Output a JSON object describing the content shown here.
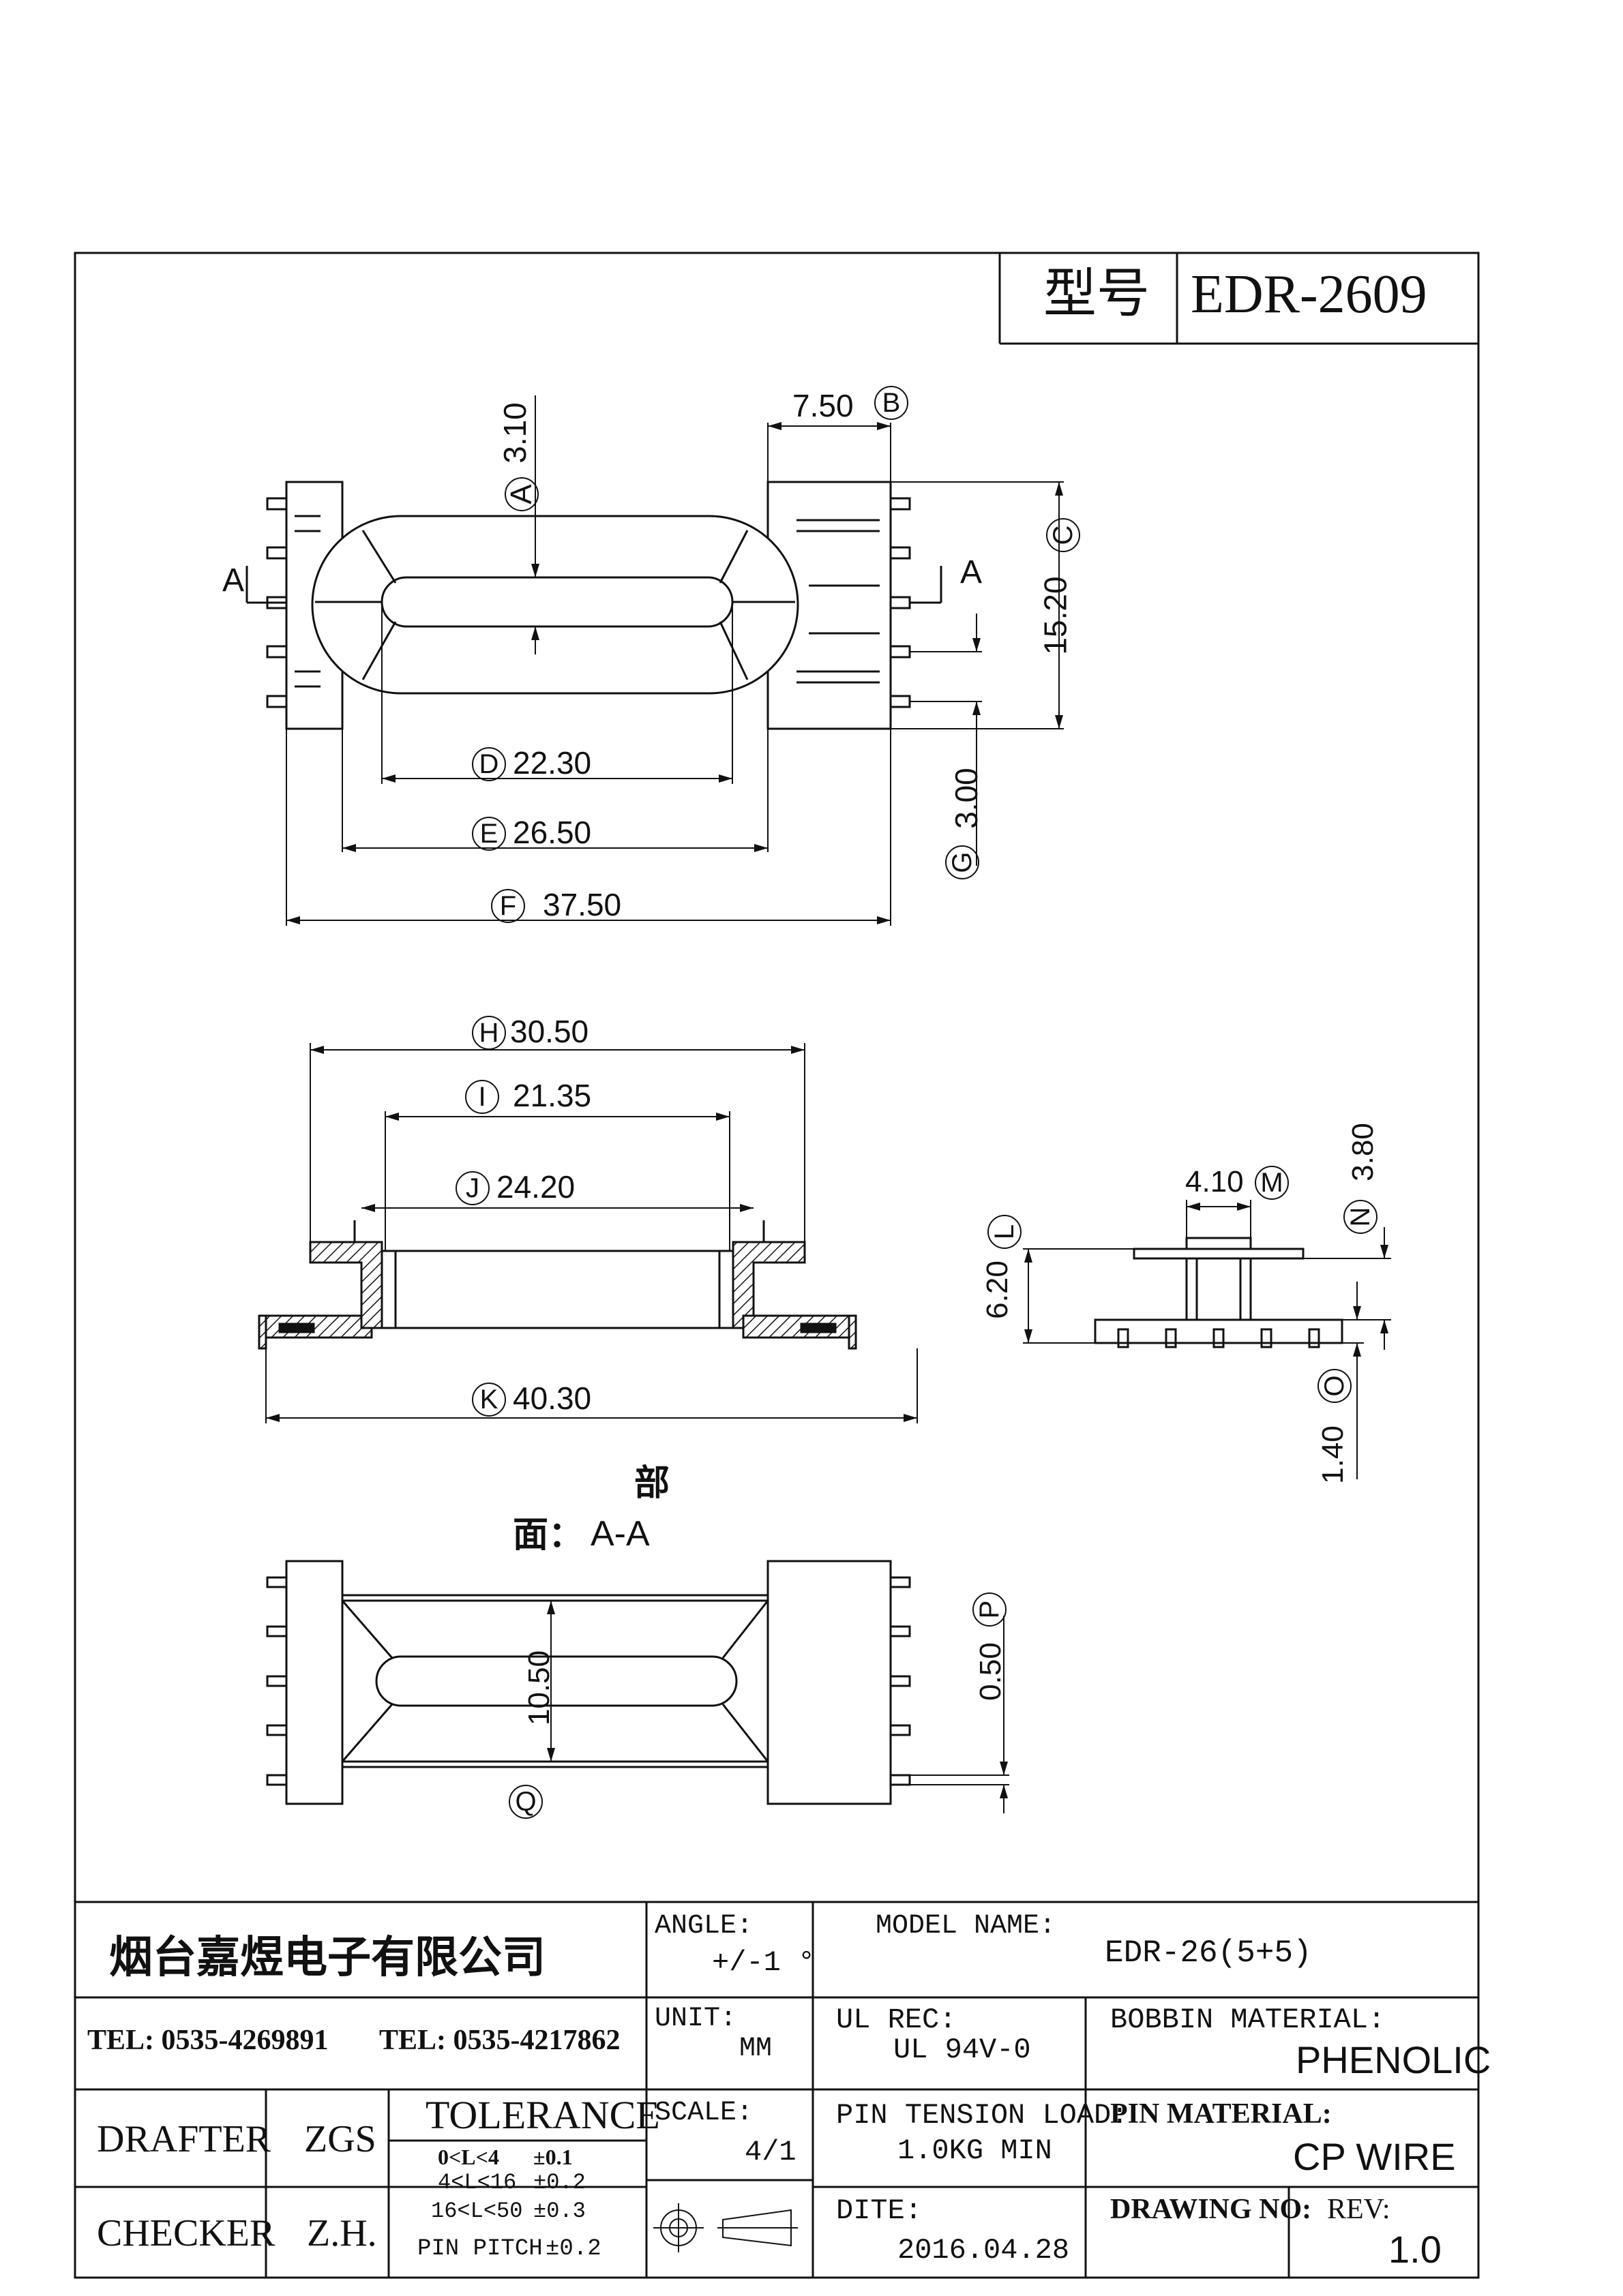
{
  "title_block_top": {
    "type_label": "型号",
    "part_number": "EDR-2609"
  },
  "views": {
    "top": {
      "section_marks": [
        "A",
        "A"
      ],
      "dims": {
        "A": {
          "value": "3.10",
          "letter": "A"
        },
        "B": {
          "value": "7.50",
          "letter": "B"
        },
        "C": {
          "value": "15.20",
          "letter": "C"
        },
        "D": {
          "value": "22.30",
          "letter": "D"
        },
        "E": {
          "value": "26.50",
          "letter": "E"
        },
        "F": {
          "value": "37.50",
          "letter": "F"
        },
        "G": {
          "value": "3.00",
          "letter": "G"
        }
      }
    },
    "section": {
      "caption_line1": "部",
      "caption_line2": "面：",
      "caption_mark": "A-A",
      "dims": {
        "H": {
          "value": "30.50",
          "letter": "H"
        },
        "I": {
          "value": "21.35",
          "letter": "I"
        },
        "J": {
          "value": "24.20",
          "letter": "J"
        },
        "K": {
          "value": "40.30",
          "letter": "K"
        }
      }
    },
    "side": {
      "dims": {
        "L": {
          "value": "6.20",
          "letter": "L"
        },
        "M": {
          "value": "4.10",
          "letter": "M"
        },
        "N": {
          "value": "3.80",
          "letter": "N"
        },
        "O": {
          "value": "1.40",
          "letter": "O"
        }
      }
    },
    "bottom": {
      "dims": {
        "P": {
          "value": "0.50",
          "letter": "P"
        },
        "Q": {
          "value": "10.50",
          "letter": "Q"
        }
      }
    }
  },
  "title_block": {
    "company": "烟台嘉煜电子有限公司",
    "tel1": "TEL: 0535-4269891",
    "tel2": "TEL: 0535-4217862",
    "angle_label": "ANGLE:",
    "angle_value": "+/-1 °",
    "model_label": "MODEL NAME:",
    "model_value": "EDR-26(5+5)",
    "unit_label": "UNIT:",
    "unit_value": "MM",
    "ul_label": "UL REC:",
    "ul_value": "UL 94V-0",
    "bobbin_label": "BOBBIN MATERIAL:",
    "bobbin_value": "PHENOLIC",
    "drafter_label": "DRAFTER",
    "drafter_value": "ZGS",
    "tolerance_label": "TOLERANCE",
    "tol_rows": [
      {
        "range": "0<L<4",
        "tol": "±0.1"
      },
      {
        "range": "4<L<16",
        "tol": "±0.2"
      },
      {
        "range": "16<L<50",
        "tol": "±0.3"
      }
    ],
    "pin_pitch_label": "PIN PITCH",
    "pin_pitch_tol": "±0.2",
    "scale_label": "SCALE:",
    "scale_value": "4/1",
    "pin_tension_label": "PIN TENSION LOAD:",
    "pin_tension_value": "1.0KG MIN",
    "pin_material_label": "PIN MATERIAL:",
    "pin_material_value": "CP WIRE",
    "checker_label": "CHECKER",
    "checker_value": "Z.H.",
    "date_label": "DITE:",
    "date_value": "2016.04.28",
    "drawing_no_label": "DRAWING NO:",
    "rev_label": "REV:",
    "rev_value": "1.0"
  }
}
